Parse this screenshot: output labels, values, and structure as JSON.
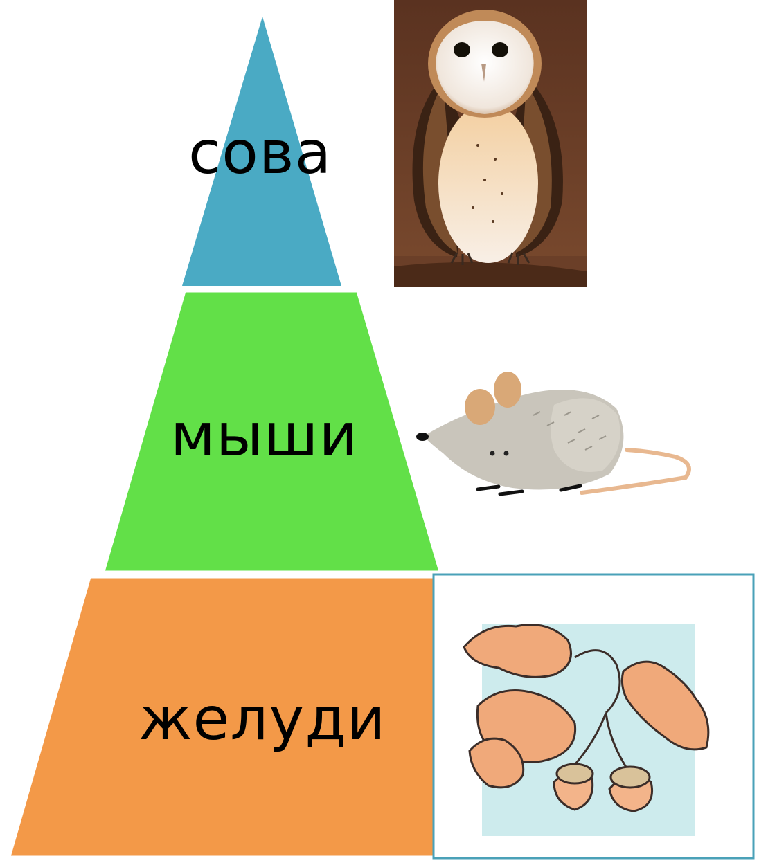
{
  "pyramid": {
    "levels": [
      {
        "label": "сова",
        "color": "#4aaac4",
        "picture": "owl-photo"
      },
      {
        "label": "мыши",
        "color": "#62e048",
        "picture": "mouse-clipart"
      },
      {
        "label": "желуди",
        "color": "#f39948",
        "picture": "oak-leaves-acorns-clipart"
      }
    ]
  }
}
